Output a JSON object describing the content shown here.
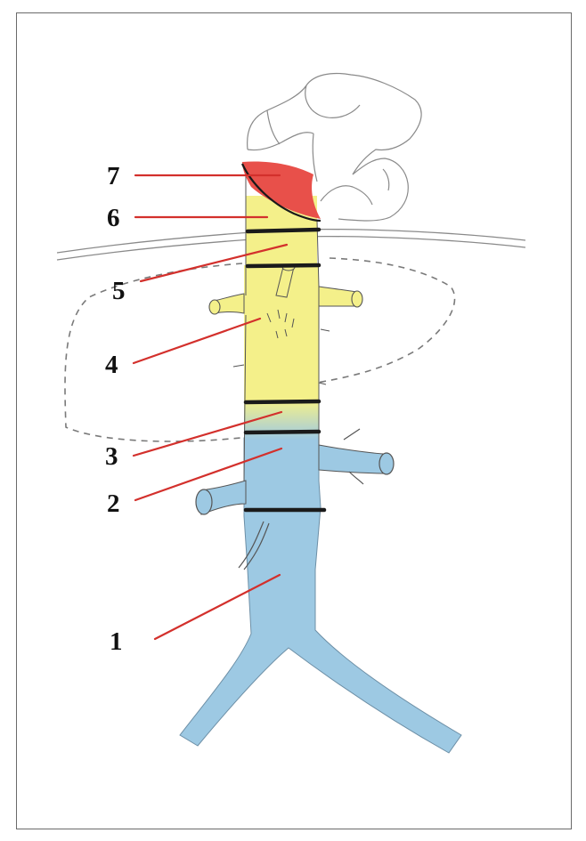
{
  "figure": {
    "labels": [
      {
        "id": "segment-1-label",
        "text": "1"
      },
      {
        "id": "segment-2-label",
        "text": "2"
      },
      {
        "id": "segment-3-label",
        "text": "3"
      },
      {
        "id": "segment-4-label",
        "text": "4"
      },
      {
        "id": "segment-5-label",
        "text": "5"
      },
      {
        "id": "segment-6-label",
        "text": "6"
      },
      {
        "id": "segment-7-label",
        "text": "7"
      }
    ],
    "colors": {
      "infrarenal_blue": "#9dc9e3",
      "hepatic_yellow": "#f4f08a",
      "atrial_red": "#e8504a",
      "leader_red": "#d3302c",
      "outline": "#555555",
      "band": "#1a1a1a"
    }
  }
}
